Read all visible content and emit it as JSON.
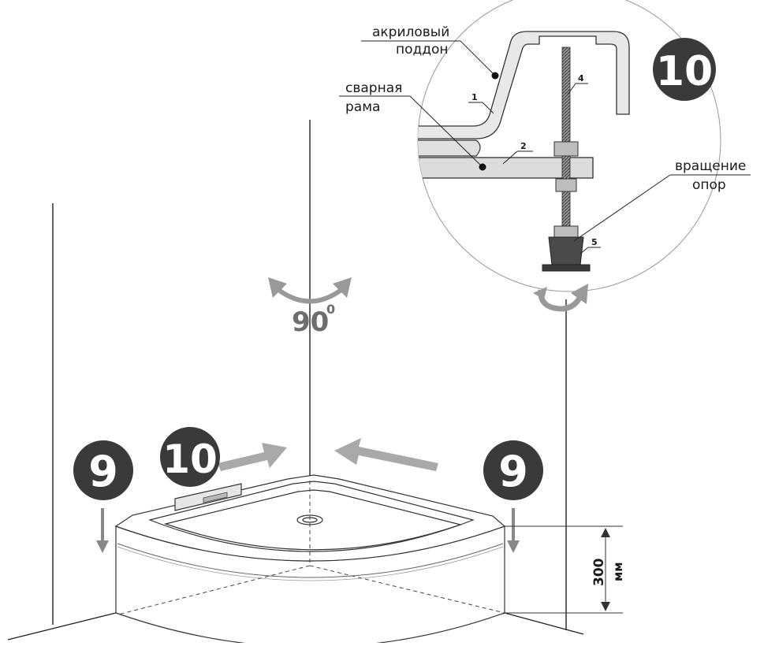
{
  "labels": {
    "acrylic_tray": [
      "акриловый",
      "поддон"
    ],
    "welded_frame": [
      "сварная",
      "рама"
    ],
    "support_rotation": [
      "вращение",
      "опор"
    ],
    "rotation_angle": "90",
    "degree": "0",
    "height_value": "300",
    "height_unit": "мм"
  },
  "part_numbers": [
    "1",
    "2",
    "4",
    "5"
  ],
  "step_badges": [
    "9",
    "10",
    "9",
    "10"
  ],
  "colors": {
    "badge": "#3a3a3a",
    "arrow": "#a9a9a9",
    "line": "#333333",
    "detail_fill": "#d4d4d4"
  }
}
